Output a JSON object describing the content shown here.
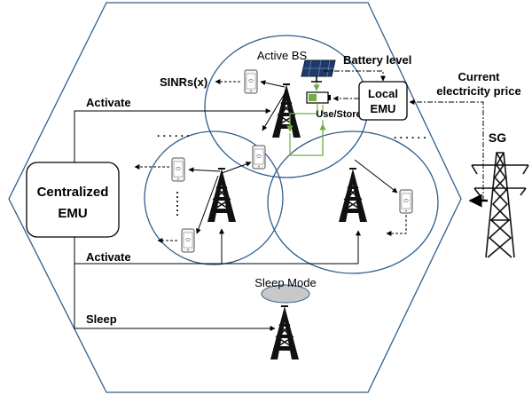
{
  "labels": {
    "active_bs": "Active BS",
    "battery_level": "Battery level",
    "sinrs": "SINRs(x)",
    "local_emu_line1": "Local",
    "local_emu_line2": "EMU",
    "use_store": "Use/Store",
    "current_price_line1": "Current",
    "current_price_line2": "electricity price",
    "sg": "SG",
    "centralized_line1": "Centralized",
    "centralized_line2": "EMU",
    "activate_top": "Activate",
    "activate_bottom": "Activate",
    "sleep_mode": "Sleep Mode",
    "sleep": "Sleep",
    "dots_left": ". . . . . .",
    "dots_right": ". . . . . ."
  },
  "colors": {
    "cell_outline": "#2f5e8c",
    "hexagon_outline": "#2f5e8c",
    "power_line": "#70ad47",
    "sleep_ellipse": "#c8c8c8"
  }
}
